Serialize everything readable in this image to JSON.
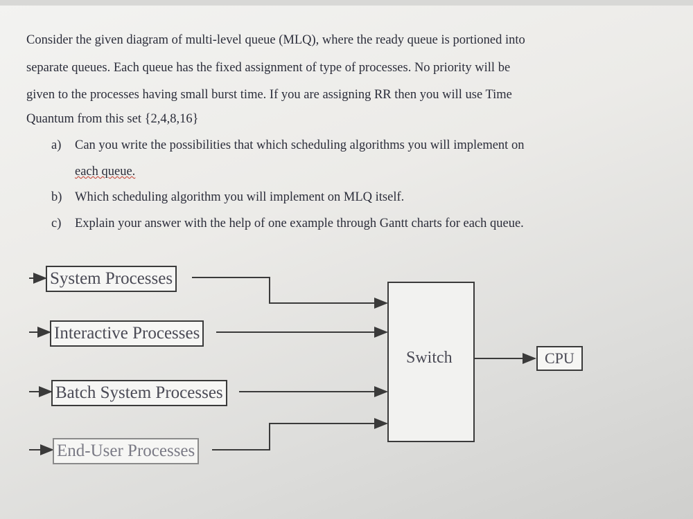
{
  "question": {
    "lines": [
      "Consider the given diagram of multi-level queue (MLQ), where the ready queue is portioned into",
      "separate queues. Each queue has the fixed assignment of type of processes. No priority will be",
      "given to the processes having small burst time. If you are assigning RR then you will use Time",
      "Quantum from this set {2,4,8,16}"
    ],
    "parts": [
      {
        "label": "a)",
        "text": "Can you write the possibilities that which scheduling algorithms you will implement on",
        "text2": "each queue."
      },
      {
        "label": "b)",
        "text": "Which scheduling algorithm you will implement on MLQ itself."
      },
      {
        "label": "c)",
        "text": "Explain your answer with the help of one example through Gantt charts for each queue."
      }
    ]
  },
  "diagram": {
    "queues": [
      "System Processes",
      "Interactive Processes",
      "Batch System Processes",
      "End-User Processes"
    ],
    "switch_label": "Switch",
    "cpu_label": "CPU"
  }
}
